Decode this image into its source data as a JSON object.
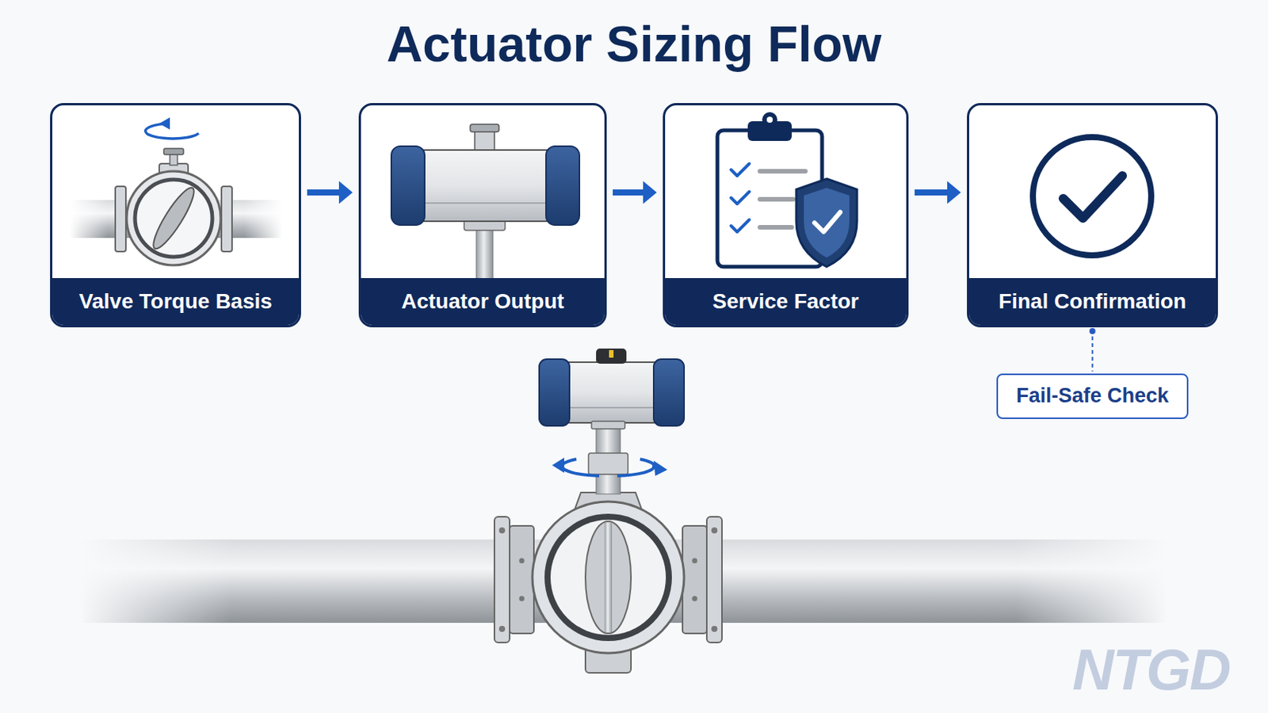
{
  "diagram": {
    "title": "Actuator Sizing Flow",
    "nodes": [
      {
        "text": [
          "Valve Torque Basis"
        ]
      },
      {
        "text": [
          "Actuator Output"
        ]
      },
      {
        "text": [
          "Service Factor"
        ]
      },
      {
        "text": [
          "Final Confirmation"
        ]
      },
      {
        "text": [
          "Fail-Safe Check"
        ]
      }
    ],
    "edges": [
      {
        "from": 0,
        "to": 1,
        "arrow": "to"
      },
      {
        "from": 1,
        "to": 2,
        "arrow": "to"
      },
      {
        "from": 2,
        "to": 3,
        "arrow": "to"
      },
      {
        "from": 3,
        "to": 4,
        "arrow": "none"
      }
    ],
    "labels": [
      "NTGD"
    ]
  }
}
